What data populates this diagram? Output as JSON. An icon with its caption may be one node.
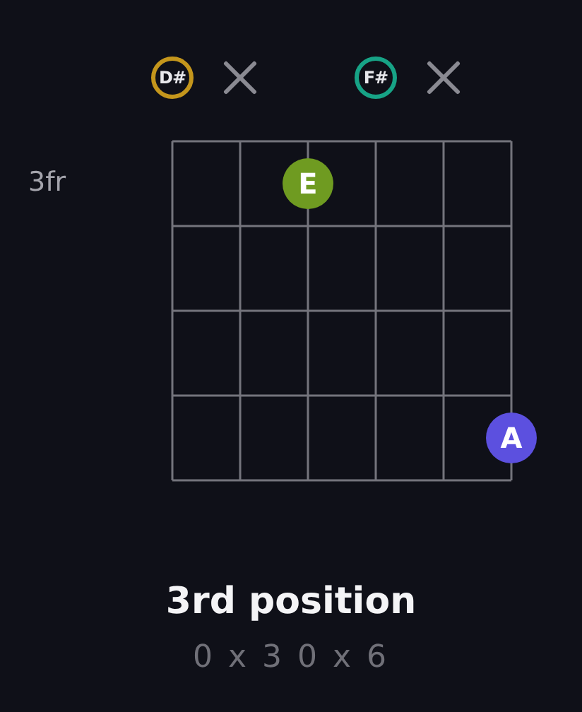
{
  "diagram": {
    "caption": "3rd position",
    "nodes": [
      {
        "text": [
          "D#"
        ]
      },
      {
        "text": [],
        "shape": "cross"
      },
      {
        "text": [
          "F#"
        ]
      },
      {
        "text": [],
        "shape": "cross"
      },
      {
        "text": [
          "E"
        ]
      },
      {
        "text": [
          "A"
        ]
      }
    ],
    "labels": [
      "3fr",
      "0 x 3 0 x 6"
    ]
  }
}
